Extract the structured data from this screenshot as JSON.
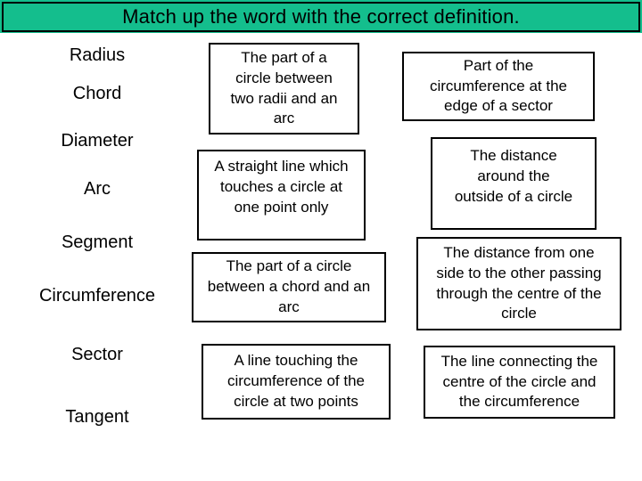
{
  "title_banner": {
    "text": "Match up the word with the correct definition."
  },
  "colors": {
    "banner_green": "#14be8d",
    "box_border": "#000000",
    "page_background": "#ffffff",
    "text_color": "#000000"
  },
  "words": [
    {
      "label": "Radius"
    },
    {
      "label": "Chord"
    },
    {
      "label": "Diameter"
    },
    {
      "label": "Arc"
    },
    {
      "label": "Segment"
    },
    {
      "label": "Circumference"
    },
    {
      "label": "Sector"
    },
    {
      "label": "Tangent"
    }
  ],
  "middle_definitions": [
    {
      "text": "The part of a\ncircle between\ntwo radii and an\narc"
    },
    {
      "text": "A straight line which\ntouches a circle at\none point only"
    },
    {
      "text": "The part of a circle\nbetween a chord and an\narc"
    },
    {
      "text": "A line touching the\ncircumference of the\ncircle at two points"
    }
  ],
  "right_definitions": [
    {
      "text": "Part of the\ncircumference at the\nedge of a sector"
    },
    {
      "text": "The distance\naround the\noutside of a circle"
    },
    {
      "text": "The distance from one\nside to the other passing\nthrough the centre of the\ncircle"
    },
    {
      "text": "The line connecting the\ncentre of the circle and\nthe circumference"
    }
  ]
}
